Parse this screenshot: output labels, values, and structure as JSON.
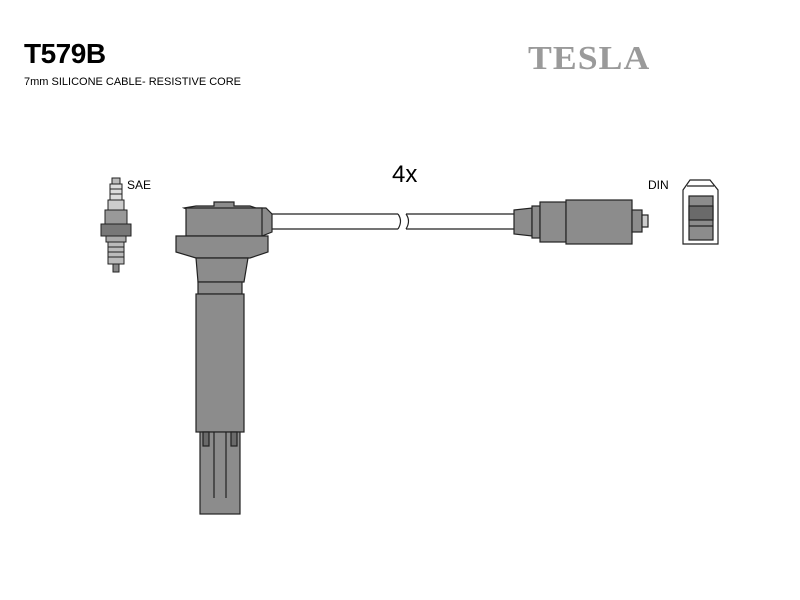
{
  "header": {
    "part_code": "T579B",
    "cable_description": "7mm SILICONE CABLE- RESISTIVE CORE",
    "brand": "TESLA"
  },
  "diagram": {
    "quantity": "4x",
    "plug_label": "SAE",
    "coil_label": "DIN"
  },
  "colors": {
    "part_fill": "#8c8c8c",
    "part_dark": "#6a6a6a",
    "cable_fill": "#ffffff",
    "outline": "#222222",
    "brand_gray": "#9a9a9a"
  }
}
